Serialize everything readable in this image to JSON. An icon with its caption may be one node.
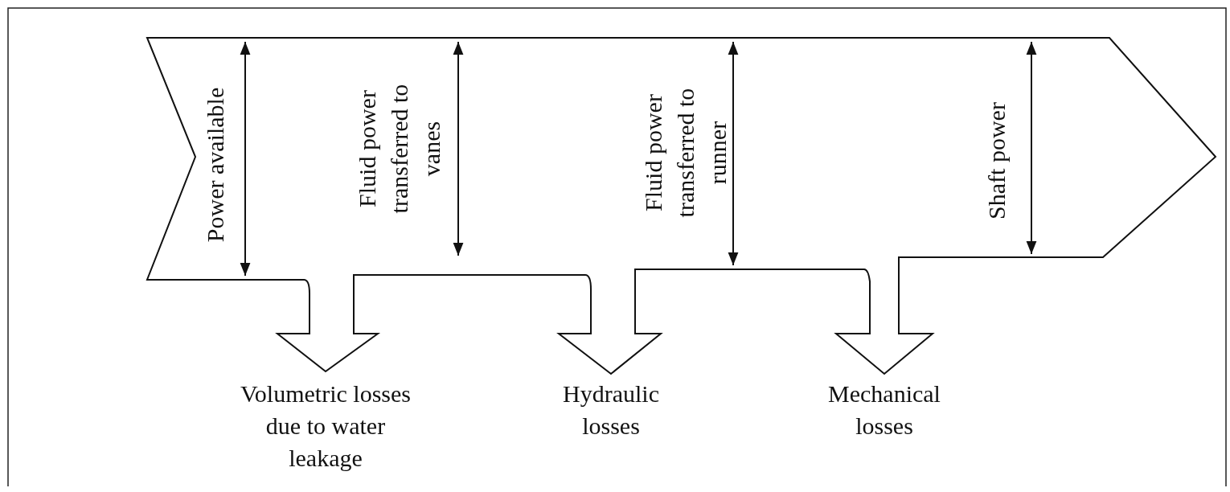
{
  "diagram": {
    "labels": [
      "Power available",
      "Fluid power transferred to vanes",
      "Fluid power transferred to runner",
      "Shaft power",
      "Volumetric losses due to water leakage",
      "Hydraulic losses",
      "Mechanical losses"
    ]
  }
}
